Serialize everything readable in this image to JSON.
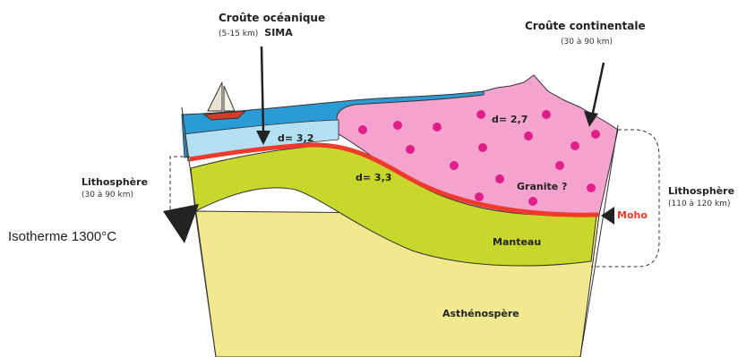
{
  "diagram": {
    "oceanic_crust": {
      "title": "Croûte océanique",
      "detail_range": "(5-15 km)",
      "detail_name": "SIMA"
    },
    "continental_crust": {
      "title": "Croûte continentale",
      "detail": "(30 à 90 km)"
    },
    "lithosphere_left": {
      "title": "Lithosphère",
      "detail": "(30 à 90 km)"
    },
    "lithosphere_right": {
      "title": "Lithosphère",
      "detail": "(110 à 120 km)"
    },
    "isotherm_label": "Isotherme 1300°C",
    "density_oceanic_crust": "d= 3,2",
    "density_mantle": "d= 3,3",
    "density_continental_crust": "d= 2,7",
    "granite_label": "Granite ?",
    "moho_label": "Moho",
    "mantle_label": "Manteau",
    "asthenosphere_label": "Asthénospère"
  },
  "colors": {
    "ocean_water": "#2b9bd6",
    "oceanic_crust": "#b3e0f2",
    "continental_crust": "#f4a3cf",
    "granite_dots": "#e01f8a",
    "lithospheric_mantle": "#c8d72c",
    "asthenosphere": "#f1e88f",
    "moho_line": "#f03a2c"
  }
}
